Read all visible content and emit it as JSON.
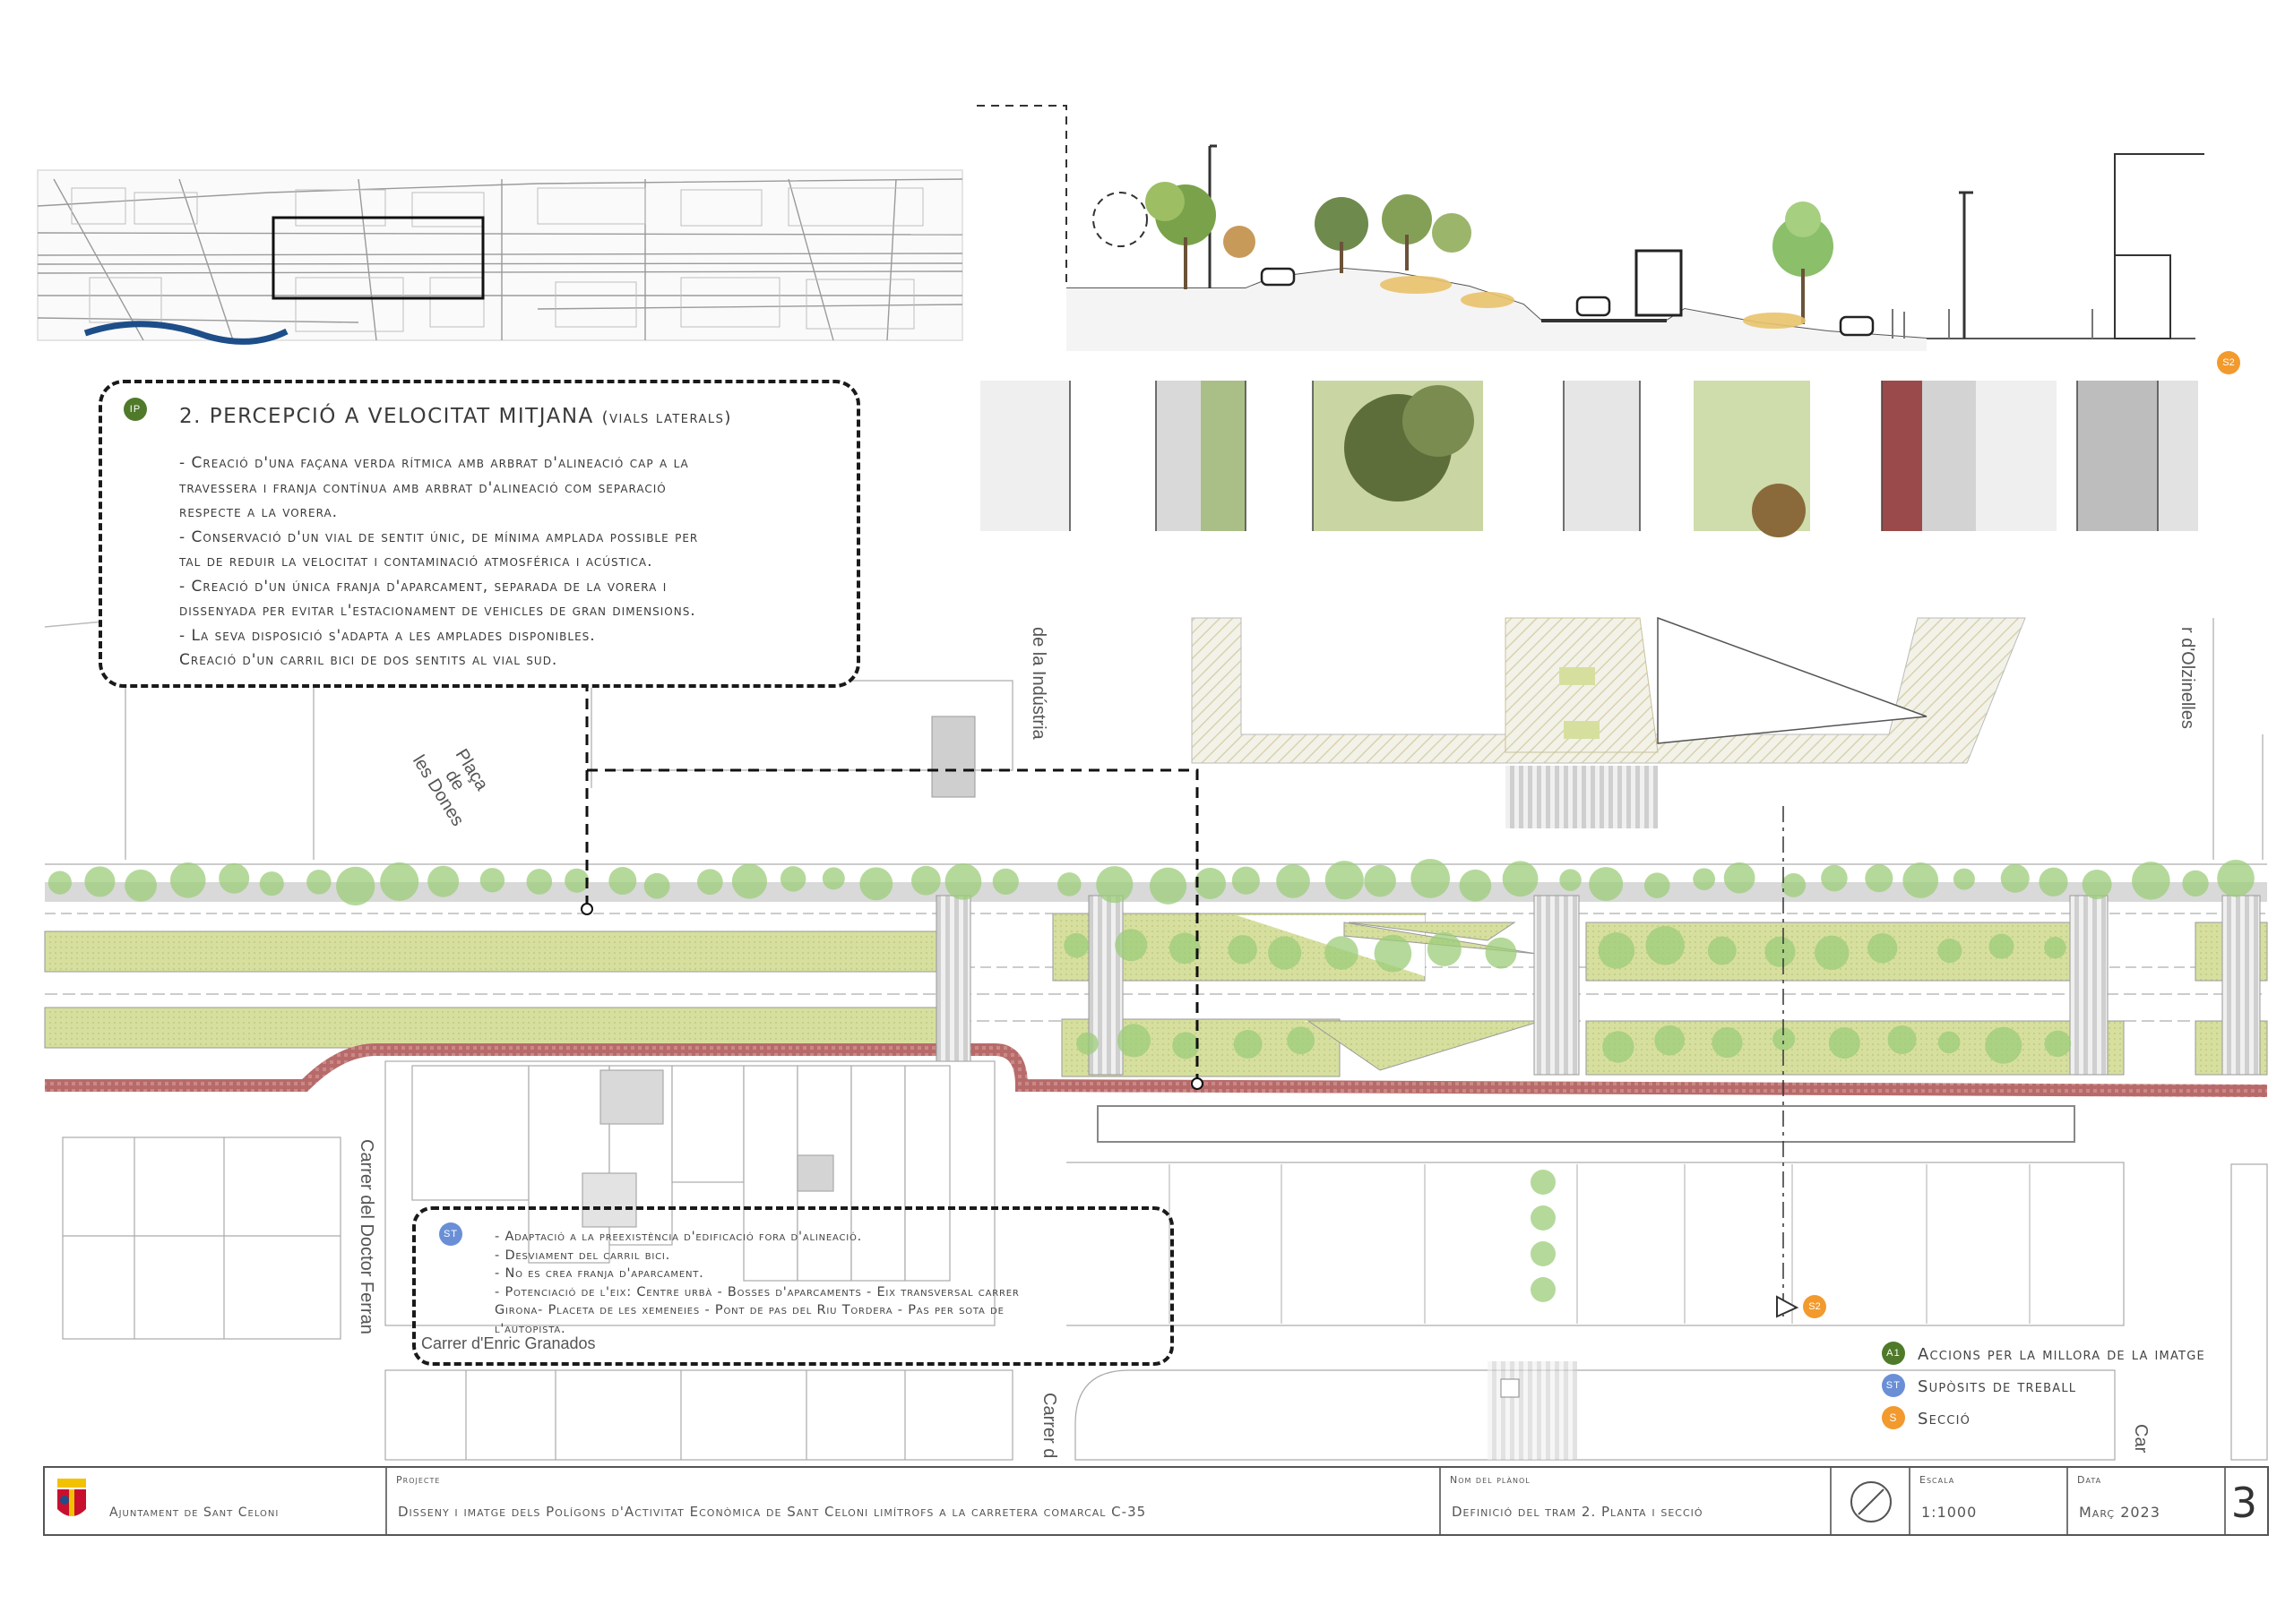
{
  "note_ip": {
    "badge": "IP",
    "title": "2. Percepció a velocitat mitjana",
    "title_suffix": "(vials laterals)",
    "lines": [
      "- Creació d'una façana verda rítmica amb arbrat d'alineació cap a la",
      "travessera i  franja contínua amb arbrat d'alineació com separació",
      "respecte a la vorera.",
      "- Conservació d'un vial de sentit únic, de mínima amplada possible per",
      "tal de reduir la velocitat i contaminació atmosférica i acústica.",
      "- Creació d'un única franja d'aparcament, separada de la vorera i",
      "dissenyada per evitar l'estacionament de vehicles de gran dimensions.",
      "- La seva disposició s'adapta a les amplades disponibles.",
      "Creació d'un carril bici de dos sentits al vial sud."
    ]
  },
  "note_st": {
    "badge": "ST",
    "lines": [
      "- Adaptació a la preexistència d'edificació fora d'alineació.",
      "- Desviament del carril bici.",
      "- No es crea franja d'aparcament.",
      "- Potenciació de l'eix: Centre urbà - Bosses d'aparcaments - Eix transversal carrer",
      "Girona- Placeta de les xemeneies - Pont de pas del Riu Tordera - Pas per sota de",
      "l'autopista."
    ]
  },
  "streets": {
    "industria": "de la Indústria",
    "olzinelles": "r d'Olzinelles",
    "placa_dones_1": "Plaça",
    "placa_dones_2": "de",
    "placa_dones_3": "les Dones",
    "doctor_ferran": "Carrer del Doctor Ferran",
    "enric_granados": "Carrer d'Enric Granados",
    "carrer_c": "Carrer d",
    "car": "Car"
  },
  "section_markers": {
    "s2_top": "S2",
    "s2_plan": "S2"
  },
  "legend": [
    {
      "badge": "A1",
      "label": "Accions per la millora de la imatge",
      "color": "#4f7a2a"
    },
    {
      "badge": "ST",
      "label": "Supòsits de treball",
      "color": "#6a8fd6"
    },
    {
      "badge": "S",
      "label": "Secció",
      "color": "#f29a2e"
    }
  ],
  "title_block": {
    "client": "Ajuntament de Sant Celoni",
    "project_label": "Projecte",
    "project": "Disseny i imatge dels Polígons d'Activitat Econòmica de Sant Celoni limítrofs a la carretera comarcal C-35",
    "plan_label": "Nom del plànol",
    "plan": "Definició del tram 2. Planta i secció",
    "scale_label": "Escala",
    "scale": "1:1000",
    "date_label": "Data",
    "date": "Març 2023",
    "sheet": "3"
  },
  "colors": {
    "green_band": "#d7df9f",
    "tree": "#8bbf6a",
    "bike": "#b86a6a",
    "paving": "#d2d2d2",
    "badge_ip": "#4f7a2a",
    "badge_st": "#6a8fd6",
    "badge_s": "#f29a2e"
  }
}
